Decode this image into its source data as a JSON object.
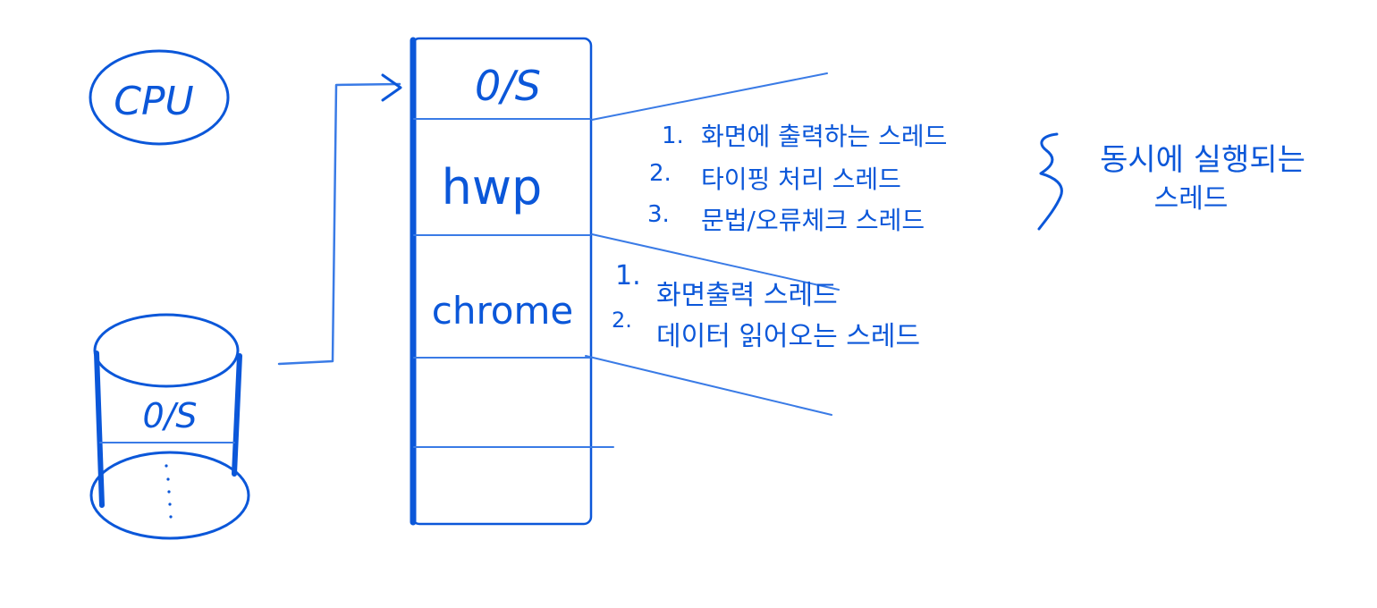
{
  "cpu": {
    "label": "CPU"
  },
  "disk": {
    "label": "0/S"
  },
  "memory": {
    "os_label": "0/S",
    "hwp_label": "hwp",
    "chrome_label": "chrome"
  },
  "hwp_threads": [
    {
      "number": "1.",
      "text": "화면에 출력하는 스레드"
    },
    {
      "number": "2.",
      "text": "타이핑 처리 스레드"
    },
    {
      "number": "3.",
      "text": "문법/오류체크 스레드"
    }
  ],
  "hwp_brace_note": {
    "line1": "동시에 실행되는",
    "line2": "스레드"
  },
  "chrome_threads": [
    {
      "number": "1.",
      "text": "화면출력 스레드"
    },
    {
      "number": "2.",
      "text": "데이터 읽어오는 스레드"
    }
  ],
  "colors": {
    "ink": "#0b57d9",
    "ink_light": "#3a7be6",
    "background": "#ffffff"
  }
}
